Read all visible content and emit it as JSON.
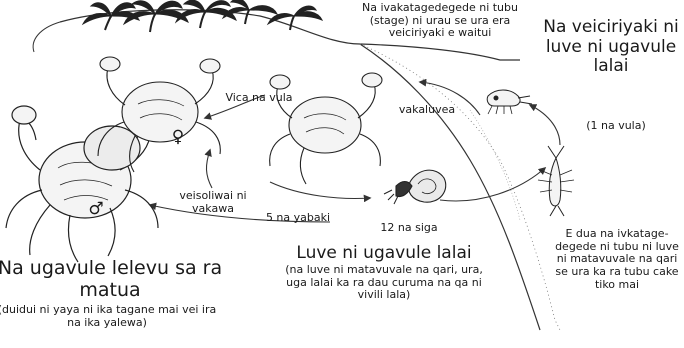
{
  "labels": {
    "stage_intro": "Na ivakatagedegede ni tubu (stage) ni urau se ura era veiciriyaki e waitui",
    "larvae_title": "Na veiciriyaki ni luve ni ugavule lalai",
    "larvae_duration": "(1 na vula)",
    "month_4": "Vica na vula",
    "stage_vakaluvea": "vakaluvea",
    "stage_veisoliwai": "veisoliwai ni vakawa",
    "years_5": "5 na yabaki",
    "weeks_12": "12 na siga",
    "juvenile_title": "Luve ni ugavule lalai",
    "juvenile_desc": "(na luve ni matavuvale na qari, ura, uga lalai ka ra dau curuma na qa ni vivili lala)",
    "adult_title": "Na ugavule lelevu sa ra matua",
    "adult_desc": "(duidui ni yaya ni ika tagane mai vei ira na ika yalewa)",
    "megalopa_desc": "E dua na ivkatage-degede ni tubu ni luve ni matavuvale na qari se ura ka ra tubu cake tiko mai"
  },
  "symbols": {
    "female": "♀",
    "male": "♂"
  }
}
